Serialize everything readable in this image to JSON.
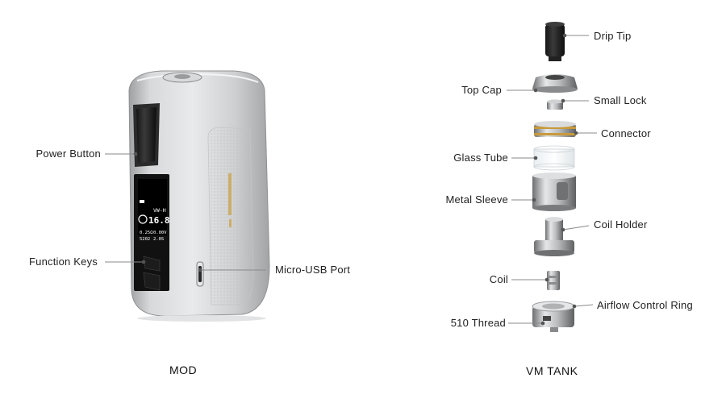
{
  "mod": {
    "caption": "MOD",
    "labels": {
      "power_button": "Power Button",
      "function_keys": "Function Keys",
      "micro_usb_port": "Micro-USB Port"
    },
    "screen": {
      "mode": "VW-H",
      "power": "16.8",
      "stat1": "0.25Ω",
      "stat2": "0.00V",
      "stat3": "2.0S",
      "stat4": "5202"
    }
  },
  "tank": {
    "caption": "VM TANK",
    "labels": {
      "drip_tip": "Drip Tip",
      "top_cap": "Top Cap",
      "small_lock": "Small Lock",
      "connector": "Connector",
      "glass_tube": "Glass Tube",
      "metal_sleeve": "Metal Sleeve",
      "coil_holder": "Coil Holder",
      "coil": "Coil",
      "airflow_control_ring": "Airflow Control Ring",
      "thread_510": "510 Thread"
    }
  }
}
